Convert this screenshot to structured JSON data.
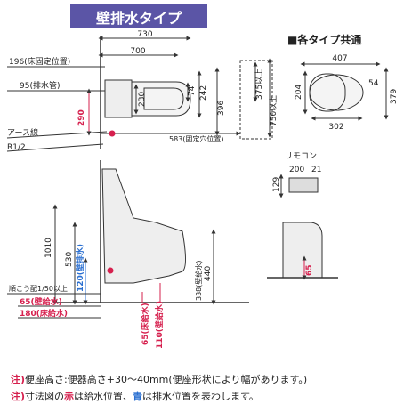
{
  "title": "壁排水タイプ",
  "common_section": {
    "label": "■各タイプ共通"
  },
  "top_view": {
    "total_width": "730",
    "bowl_length": "700",
    "pipe_floor": "196(床固定位置)",
    "drain": "95(排水管)",
    "ground": "アース線",
    "fitting": "R1/2",
    "v290": "290",
    "dims": {
      "d74": "74",
      "d242": "242",
      "d230": "230",
      "d396": "396",
      "d375": "375以上",
      "d750": "750以上"
    },
    "fix_hole": "583(固定穴位置)"
  },
  "seat_view": {
    "width_top": "407",
    "height": "204",
    "side": "54",
    "depth": "379",
    "width_bottom": "302"
  },
  "remote": {
    "label": "リモコン",
    "w": "200",
    "d": "21",
    "h": "129"
  },
  "front_view": {
    "height_total": "1010",
    "h530": "530",
    "wall_drain": "120(壁排水)",
    "slope": "順こう配1/50以上",
    "wall_supply": "65(壁給水)",
    "floor_drain": "180(床給水)",
    "floor_supply": "65(床給水)",
    "wall_supply2": "110(壁給水)",
    "h440": "440",
    "h338": "338(壁給水)"
  },
  "side_view": {
    "h65": "65"
  },
  "notes": {
    "n1_prefix": "注)",
    "n1_text": "便座高さ:便器高さ+30～40mm(便座形状により幅があります。)",
    "n2_prefix": "注)",
    "n2_text_a": "寸法図の",
    "n2_red": "赤",
    "n2_text_b": "は給水位置、",
    "n2_blue": "青",
    "n2_text_c": "は排水位置を表わします。"
  },
  "colors": {
    "title_bg": "#5b55a6",
    "supply": "#d6204e",
    "drain": "#2a6fd1",
    "line": "#333333"
  }
}
